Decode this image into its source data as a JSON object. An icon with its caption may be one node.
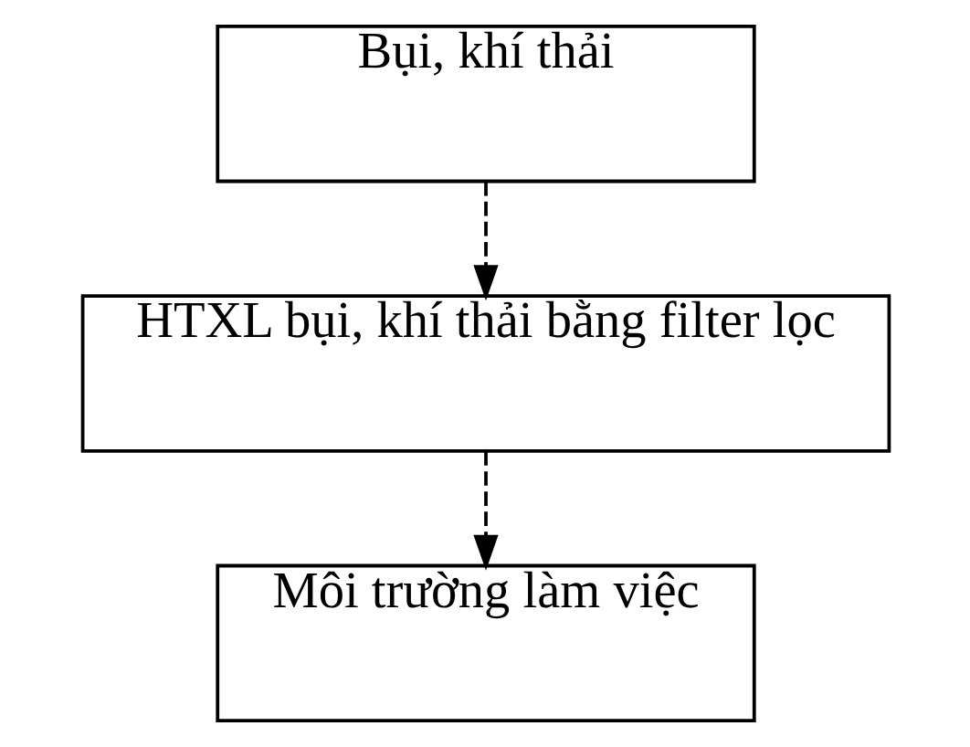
{
  "diagram": {
    "nodes": [
      {
        "text": [
          "Bụi, khí thải"
        ]
      },
      {
        "text": [
          "HTXL bụi, khí thải bằng filter lọc"
        ]
      },
      {
        "text": [
          "Môi trường làm việc"
        ]
      }
    ],
    "edges": [
      {
        "from": 0,
        "to": 1,
        "arrow": "to",
        "style": "dashed"
      },
      {
        "from": 1,
        "to": 2,
        "arrow": "to",
        "style": "dashed"
      }
    ]
  }
}
